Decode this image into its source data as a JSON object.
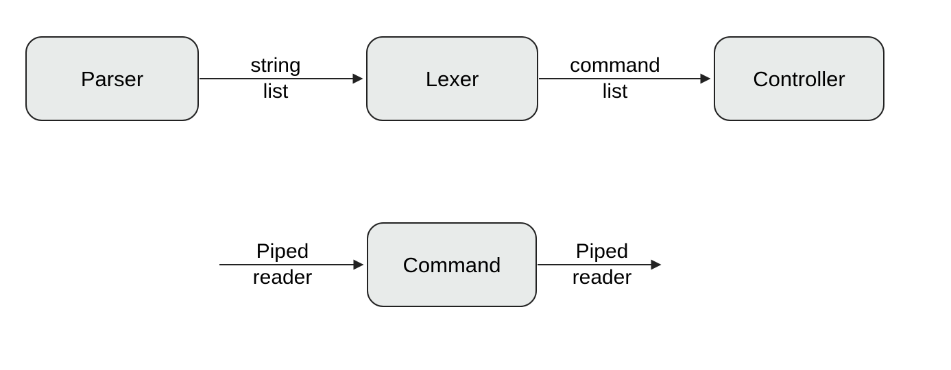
{
  "colors": {
    "background": "#ffffff",
    "box_fill": "#e8ebea",
    "stroke": "#222222",
    "text": "#000000"
  },
  "nodes": [
    {
      "id": "parser",
      "label": "Parser"
    },
    {
      "id": "lexer",
      "label": "Lexer"
    },
    {
      "id": "controller",
      "label": "Controller"
    },
    {
      "id": "command",
      "label": "Command"
    }
  ],
  "edges": [
    {
      "from": "Parser",
      "to": "Lexer",
      "label": "string list",
      "label_line1": "string",
      "label_line2": "list"
    },
    {
      "from": "Lexer",
      "to": "Controller",
      "label": "command list",
      "label_line1": "command",
      "label_line2": "list"
    },
    {
      "from": "",
      "to": "Command",
      "label": "Piped reader",
      "label_line1": "Piped",
      "label_line2": "reader"
    },
    {
      "from": "Command",
      "to": "",
      "label": "Piped reader",
      "label_line1": "Piped",
      "label_line2": "reader"
    }
  ]
}
